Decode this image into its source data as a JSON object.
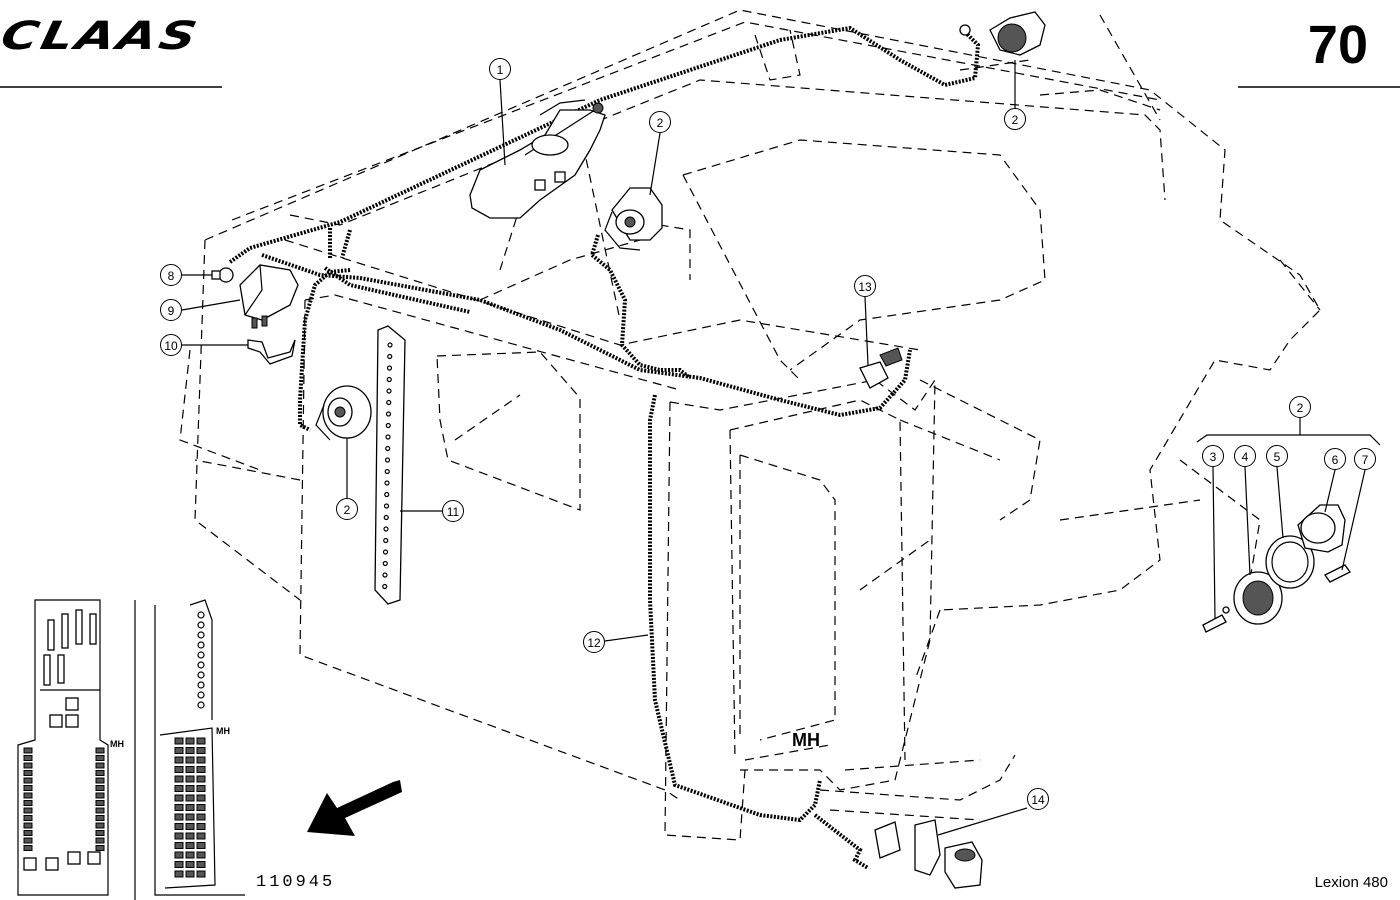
{
  "header": {
    "brand": "CLAAS",
    "page_number": "70"
  },
  "footer": {
    "drawing_number": "110945",
    "model": "Lexion 480"
  },
  "labels": {
    "mh_main": "MH",
    "mh_inset_left": "MH",
    "mh_inset_right": "MH"
  },
  "callouts": [
    {
      "id": "c1",
      "label": "1"
    },
    {
      "id": "c2a",
      "label": "2"
    },
    {
      "id": "c2b",
      "label": "2"
    },
    {
      "id": "c2c",
      "label": "2"
    },
    {
      "id": "c2d",
      "label": "2"
    },
    {
      "id": "c3",
      "label": "3"
    },
    {
      "id": "c4",
      "label": "4"
    },
    {
      "id": "c5",
      "label": "5"
    },
    {
      "id": "c6",
      "label": "6"
    },
    {
      "id": "c7",
      "label": "7"
    },
    {
      "id": "c8",
      "label": "8"
    },
    {
      "id": "c9",
      "label": "9"
    },
    {
      "id": "c10",
      "label": "10"
    },
    {
      "id": "c11",
      "label": "11"
    },
    {
      "id": "c12",
      "label": "12"
    },
    {
      "id": "c13",
      "label": "13"
    },
    {
      "id": "c14",
      "label": "14"
    }
  ]
}
